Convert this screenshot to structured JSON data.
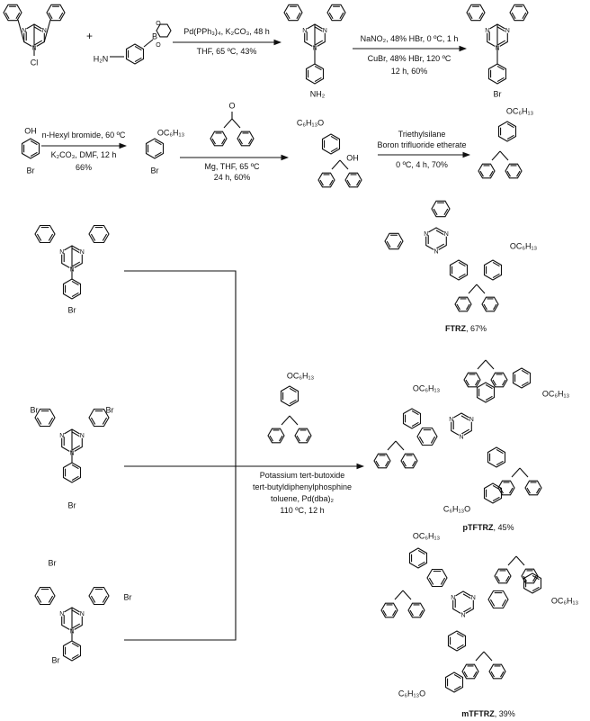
{
  "colors": {
    "ink": "#111111",
    "background": "#ffffff"
  },
  "labels": {
    "plus": "+",
    "atom_N": "N",
    "atom_Cl": "Cl",
    "atom_Br": "Br",
    "atom_B": "B",
    "atom_O": "O",
    "atom_OH": "OH",
    "atom_H2N": "H₂N",
    "atom_NH2": "NH₂",
    "sub_OC6H13": "OC₆H₁₃",
    "sub_C6H13O": "C₆H₁₃O",
    "sub_OH": "OH"
  },
  "step1": {
    "top": "Pd(PPh₃)₄, K₂CO₃, 48 h",
    "bottom": "THF, 65 ºC, 43%"
  },
  "step2": {
    "top": "NaNO₂, 48% HBr, 0 ºC, 1 h",
    "bottom1": "CuBr, 48% HBr, 120 ºC",
    "bottom2": "12 h, 60%"
  },
  "step3": {
    "top": "n-Hexyl bromide, 60 ºC",
    "bottom1": "K₂CO₃, DMF, 12 h",
    "bottom2": "66%"
  },
  "step4": {
    "bottom1": "Mg, THF, 65 ºC",
    "bottom2": "24 h, 60%"
  },
  "step5": {
    "top1": "Triethylsilane",
    "top2": "Boron trifluoride etherate",
    "bottom": "0 ºC, 4 h, 70%"
  },
  "step6": {
    "line1": "Potassium tert-butoxide",
    "line2": "tert-butyldiphenylphosphine",
    "line3": "toluene, Pd(dba)₂",
    "line4": "110 ºC, 12 h"
  },
  "products": [
    {
      "name": "FTRZ",
      "yield": ", 67%"
    },
    {
      "name": "pTFTRZ",
      "yield": ", 45%"
    },
    {
      "name": "mTFTRZ",
      "yield": ", 39%"
    }
  ]
}
